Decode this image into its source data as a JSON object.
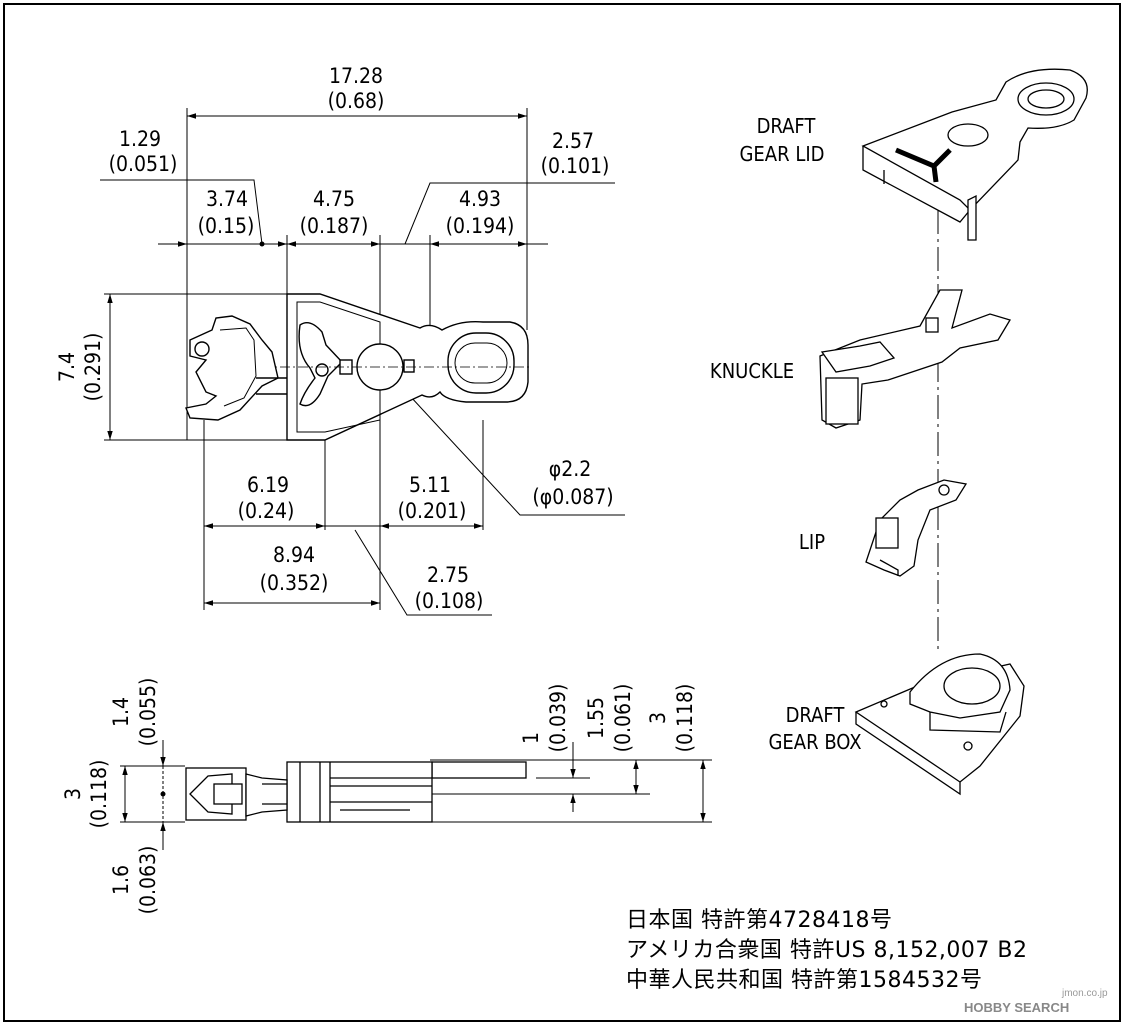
{
  "dimensions": {
    "top_overall": {
      "mm": "17.28",
      "in": "(0.68)"
    },
    "left_offset": {
      "mm": "1.29",
      "in": "(0.051)"
    },
    "right_offset": {
      "mm": "2.57",
      "in": "(0.101)"
    },
    "seg_a": {
      "mm": "3.74",
      "in": "(0.15)"
    },
    "seg_b": {
      "mm": "4.75",
      "in": "(0.187)"
    },
    "seg_c": {
      "mm": "4.93",
      "in": "(0.194)"
    },
    "height": {
      "mm": "7.4",
      "in": "(0.291)"
    },
    "bottom_a": {
      "mm": "6.19",
      "in": "(0.24)"
    },
    "bottom_b": {
      "mm": "5.11",
      "in": "(0.201)"
    },
    "hole": {
      "mm": "φ2.2",
      "in": "(φ0.087)"
    },
    "bottom_c": {
      "mm": "8.94",
      "in": "(0.352)"
    },
    "bottom_d": {
      "mm": "2.75",
      "in": "(0.108)"
    },
    "side_upper": {
      "mm": "1.4",
      "in": "(0.055)"
    },
    "side_total": {
      "mm": "3",
      "in": "(0.118)"
    },
    "side_lower": {
      "mm": "1.6",
      "in": "(0.063)"
    },
    "r_one": {
      "mm": "1",
      "in": "(0.039)"
    },
    "r_two": {
      "mm": "1.55",
      "in": "(0.061)"
    },
    "r_three": {
      "mm": "3",
      "in": "(0.118)"
    }
  },
  "parts": {
    "lid_1": "DRAFT",
    "lid_2": "GEAR LID",
    "knuckle": "KNUCKLE",
    "lip": "LIP",
    "box_1": "DRAFT",
    "box_2": "GEAR BOX"
  },
  "patents": [
    "日本国 特許第4728418号",
    "アメリカ合衆国 特許US 8,152,007 B2",
    "中華人民共和国 特許第1584532号"
  ],
  "watermark": {
    "brand": "HOBBY SEARCH",
    "site": "jmon.co.jp"
  }
}
